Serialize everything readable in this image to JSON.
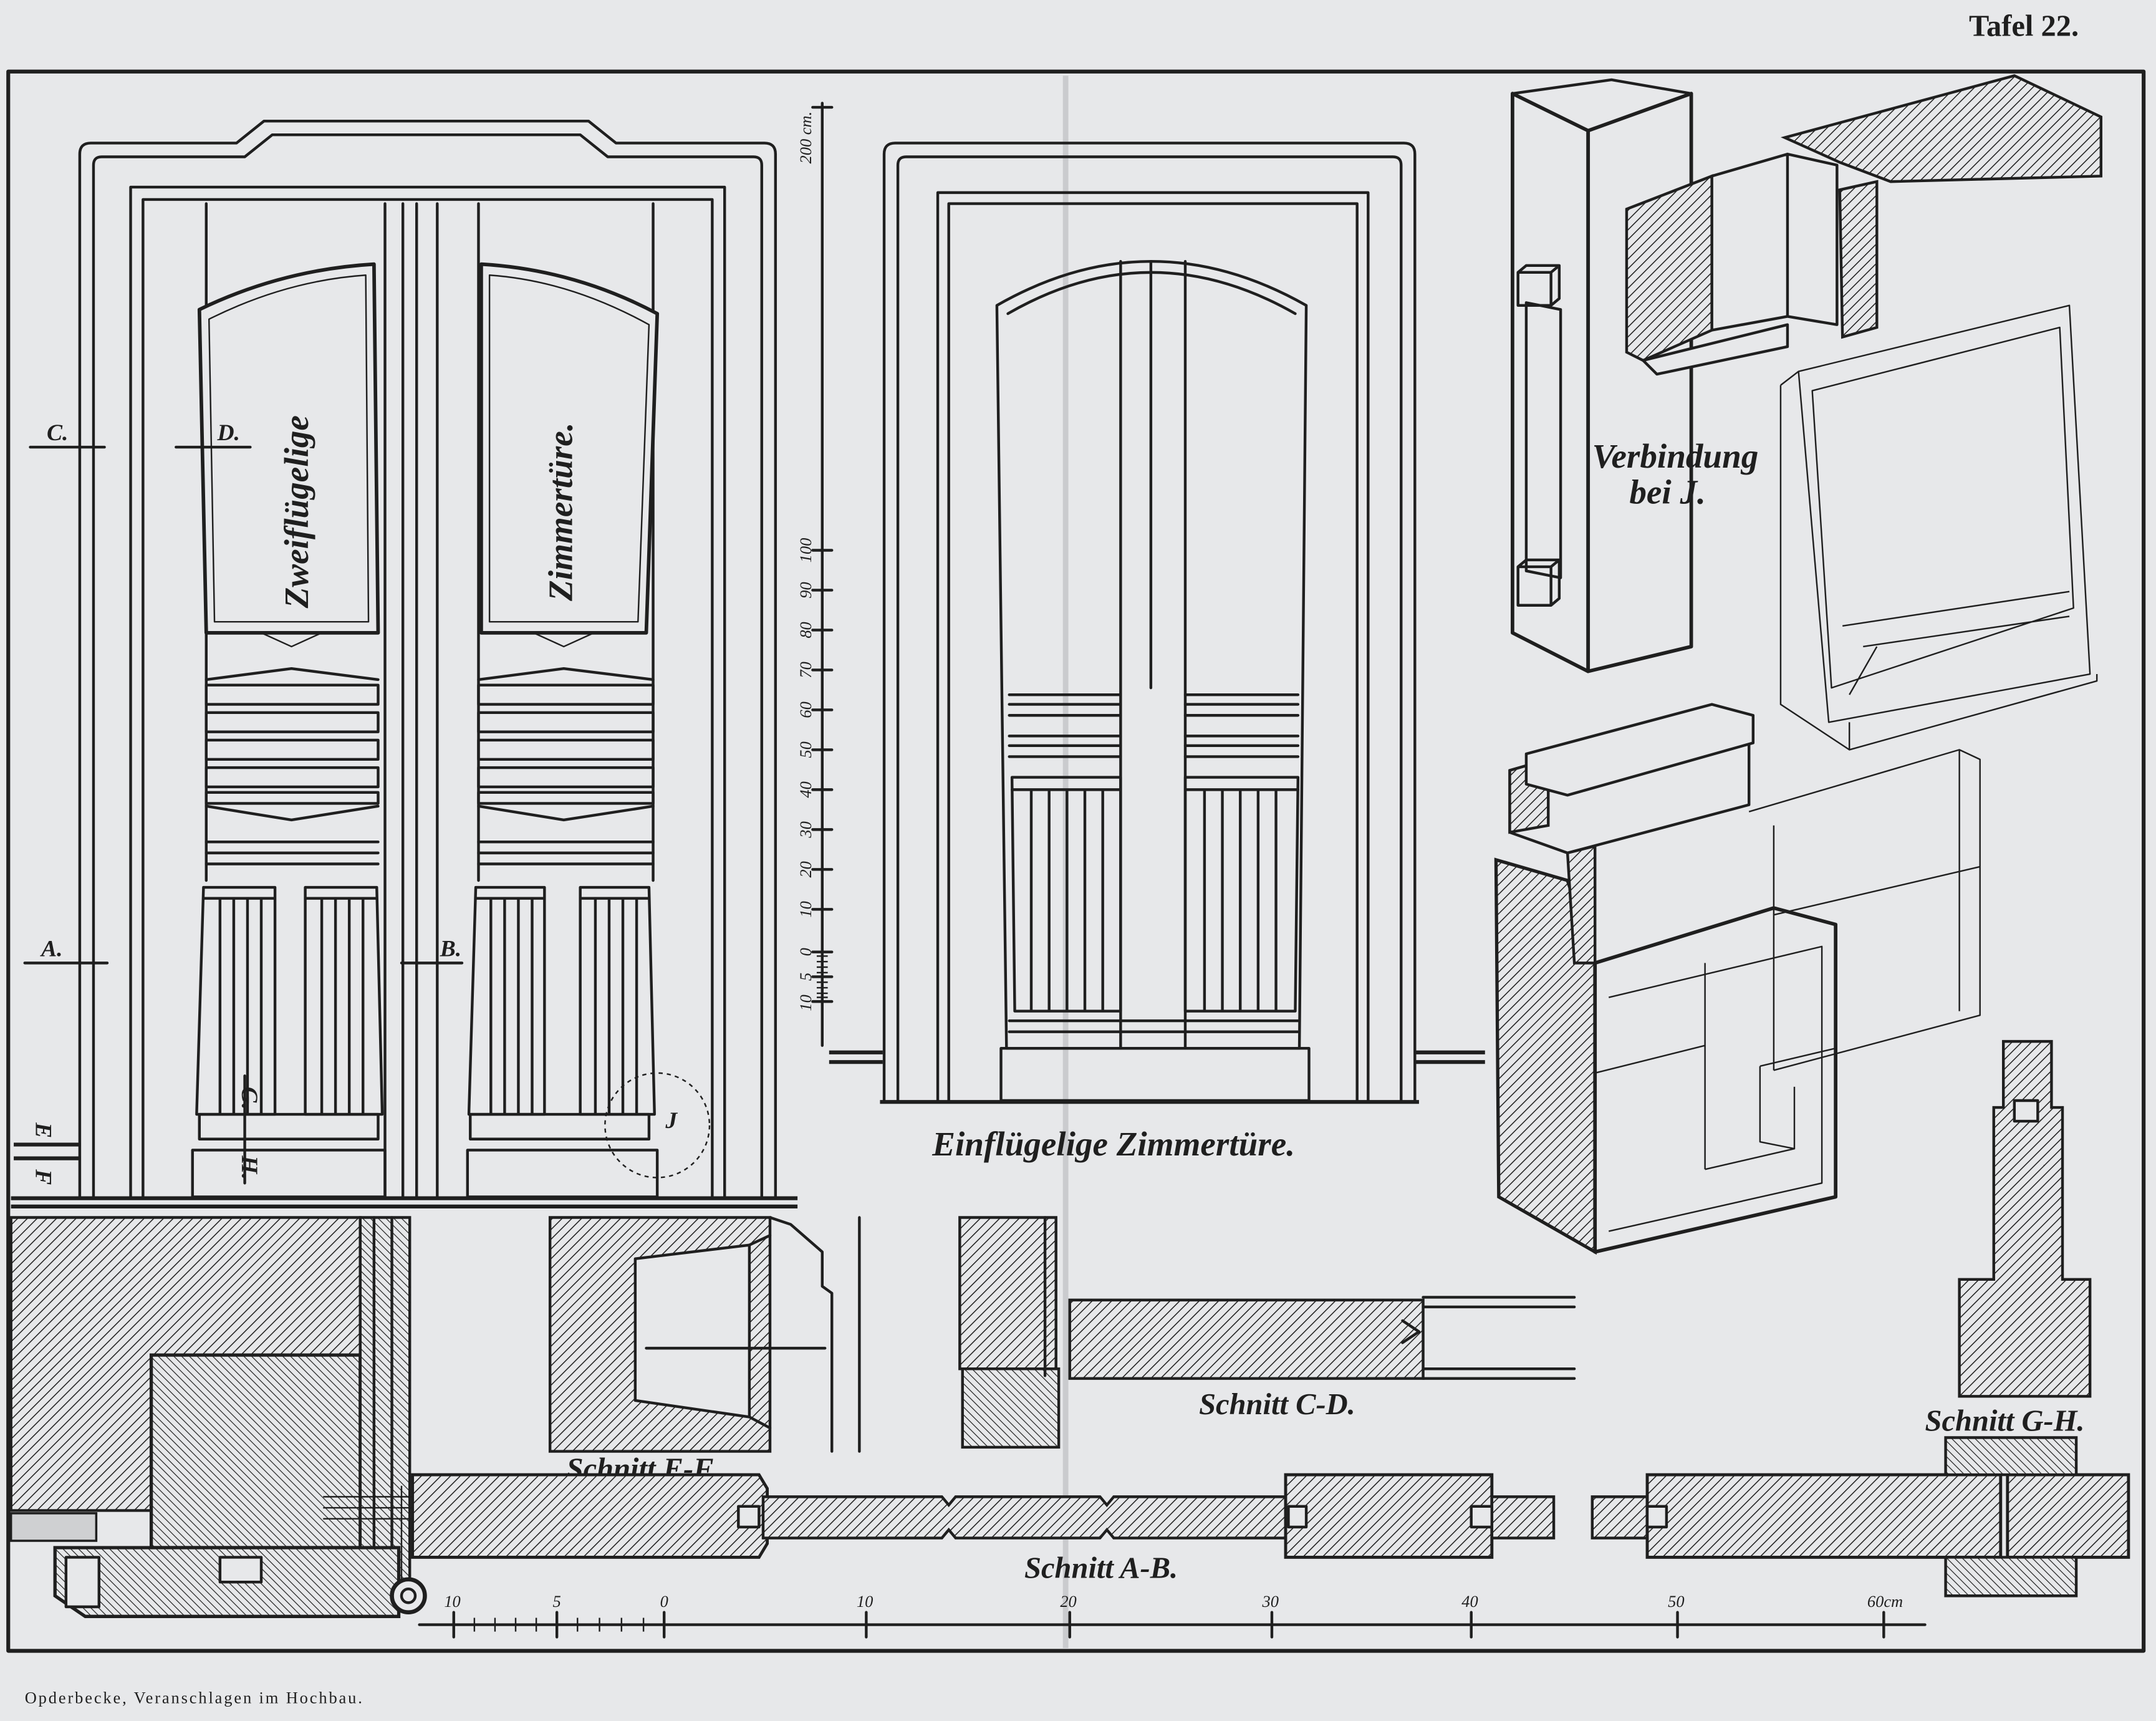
{
  "plate": {
    "title": "Tafel 22.",
    "footer": "Opderbecke, Veranschlagen im Hochbau."
  },
  "double_door": {
    "label_line1": "Zweiflügelige",
    "label_line2": "Zimmertüre.",
    "cut_labels": {
      "a": "A.",
      "b": "B.",
      "c": "C.",
      "d": "D.",
      "e": "E",
      "f": "F",
      "g": "G.",
      "h": "H."
    },
    "detail_ref": "J"
  },
  "height_scale": {
    "top_label": "200 cm.",
    "ticks": [
      "100",
      "90",
      "80",
      "70",
      "60",
      "50",
      "40",
      "30",
      "20",
      "10",
      "0",
      "5",
      "10"
    ]
  },
  "single_door": {
    "label": "Einflügelige Zimmertüre."
  },
  "joint_detail": {
    "line1": "Verbindung",
    "line2": "bei J."
  },
  "sections": {
    "ef": "Schnitt E-F.",
    "cd": "Schnitt C-D.",
    "gh": "Schnitt G-H.",
    "ab": "Schnitt A-B."
  },
  "length_scale": {
    "ticks": [
      "10",
      "5",
      "0",
      "10",
      "20",
      "30",
      "40",
      "50",
      "60cm"
    ]
  },
  "colors": {
    "paper": "#e7e8ea",
    "ink": "#1f1f1f"
  }
}
